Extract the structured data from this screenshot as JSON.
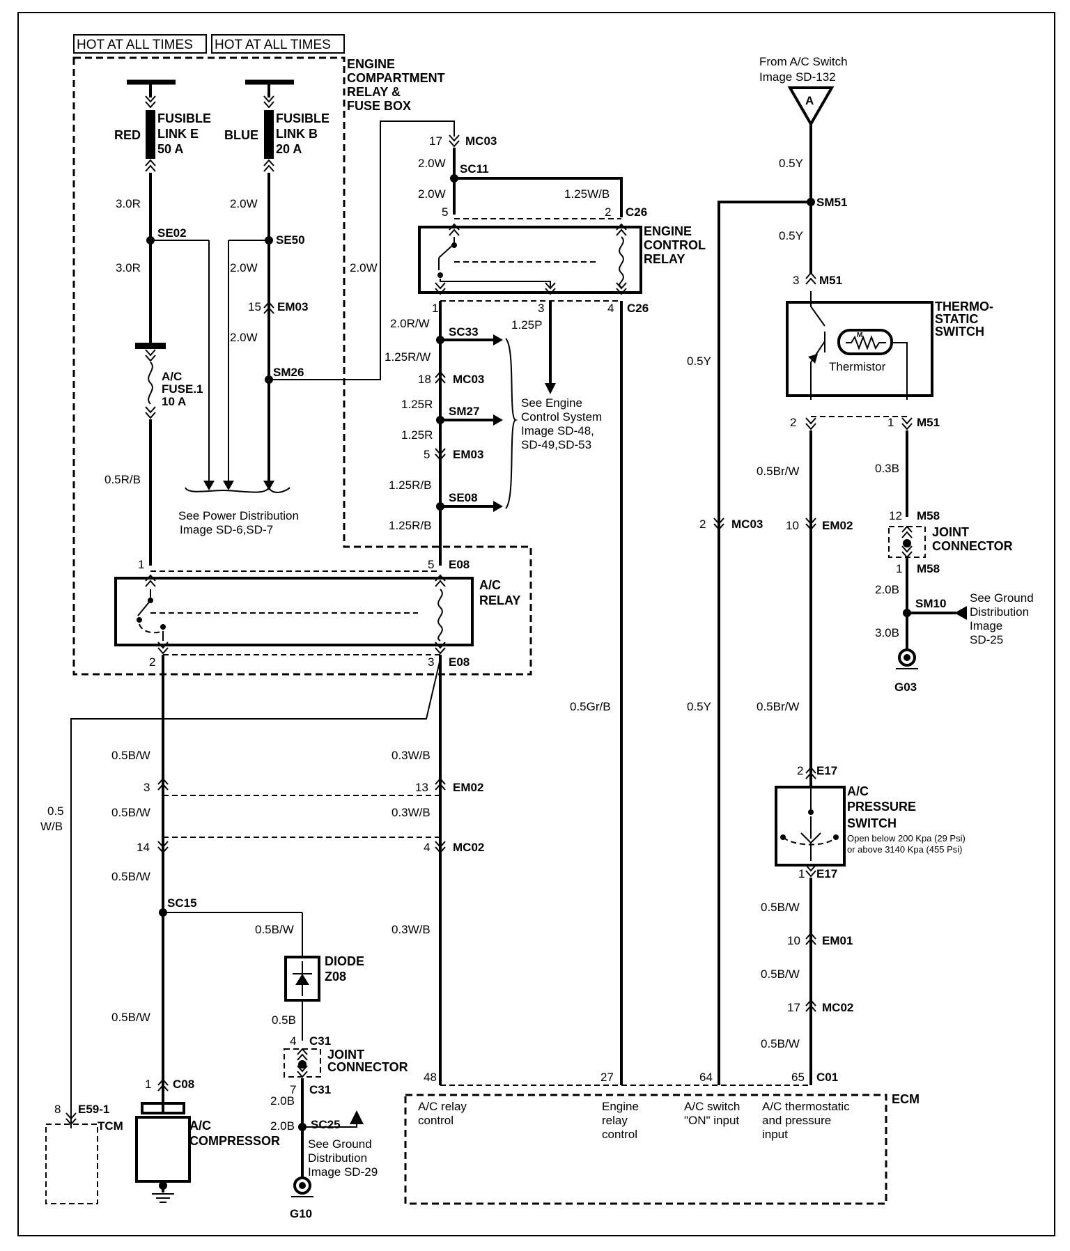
{
  "top_left": {
    "hot_label_1": "HOT AT ALL TIMES",
    "hot_label_2": "HOT AT ALL TIMES",
    "fuse_box": [
      "ENGINE",
      "COMPARTMENT",
      "RELAY &",
      "FUSE BOX"
    ],
    "red": "RED",
    "blue": "BLUE",
    "fusible_e": [
      "FUSIBLE",
      "LINK E",
      "50 A"
    ],
    "fusible_b": [
      "FUSIBLE",
      "LINK B",
      "20 A"
    ],
    "ac_fuse": [
      "A/C",
      "FUSE.1",
      "10 A"
    ],
    "wire_30r_a": "3.0R",
    "wire_30r_b": "3.0R",
    "wire_20w_a": "2.0W",
    "wire_20w_b": "2.0W",
    "wire_20w_c": "2.0W",
    "wire_20w_d": "2.0W",
    "wire_05rb": "0.5R/B",
    "se02": "SE02",
    "se50": "SE50",
    "em03_15_pin": "15",
    "em03_15": "EM03",
    "sm26": "SM26",
    "power_dist": [
      "See Power Distribution",
      "Image  SD-6,SD-7"
    ]
  },
  "engine_relay": {
    "mc03_17_pin": "17",
    "mc03_17": "MC03",
    "wire_20w_top": "2.0W",
    "sc11": "SC11",
    "wire_20w_mid": "2.0W",
    "wire_125wb": "1.25W/B",
    "pin5": "5",
    "pin2": "2",
    "c26_top": "C26",
    "label": [
      "ENGINE",
      "CONTROL",
      "RELAY"
    ],
    "pin1": "1",
    "pin3": "3",
    "pin4": "4",
    "c26_bot": "C26",
    "wire_20rw": "2.0R/W",
    "sc33": "SC33",
    "wire_125p": "1.25P",
    "wire_125rw": "1.25R/W",
    "mc03_18_pin": "18",
    "mc03_18": "MC03",
    "wire_125r_a": "1.25R",
    "sm27": "SM27",
    "wire_125r_b": "1.25R",
    "em03_5_pin": "5",
    "em03_5": "EM03",
    "wire_125rb_a": "1.25R/B",
    "se08": "SE08",
    "wire_125rb_b": "1.25R/B",
    "see_engine": [
      "See Engine",
      "Control System",
      "Image SD-48,",
      "SD-49,SD-53"
    ]
  },
  "ac_relay": {
    "label": [
      "A/C",
      "RELAY"
    ],
    "pin1": "1",
    "pin5": "5",
    "e08_top": "E08",
    "pin2": "2",
    "pin3": "3",
    "e08_bot": "E08"
  },
  "lower_left": {
    "wire_05bw_1": "0.5B/W",
    "em02_3_pin": "3",
    "em02_13_pin": "13",
    "em02": "EM02",
    "wire_05bw_2": "0.5B/W",
    "wire_03wb_1": "0.3W/B",
    "wire_03wb_2": "0.3W/B",
    "mc02_14_pin": "14",
    "mc02_4_pin": "4",
    "mc02": "MC02",
    "wire_05bw_3": "0.5B/W",
    "sc15": "SC15",
    "wire_05bw_4": "0.5B/W",
    "wire_03wb_3": "0.3W/B",
    "wire_05wb": [
      "0.5",
      "W/B"
    ],
    "diode": [
      "DIODE",
      "Z08"
    ],
    "wire_05bw_5": "0.5B/W",
    "wire_05b": "0.5B",
    "c31_4_pin": "4",
    "c31_top": "C31",
    "joint_connector": [
      "JOINT",
      "CONNECTOR"
    ],
    "c31_7_pin": "7",
    "c31_bot": "C31",
    "wire_20b": "2.0B",
    "wire_20b_2": "2.0B",
    "sc25": "SC25",
    "see_ground": [
      "See Ground",
      "Distribution",
      "Image SD-29"
    ],
    "g10": "G10",
    "c08_1_pin": "1",
    "c08": "C08",
    "compressor": [
      "A/C",
      "COMPRESSOR"
    ],
    "tcm_pin": "8",
    "e59": "E59-1",
    "tcm": "TCM"
  },
  "right": {
    "from_switch": [
      "From A/C Switch",
      "Image  SD-132"
    ],
    "connector_a": "A",
    "wire_05y_1": "0.5Y",
    "sm51": "SM51",
    "wire_05y_2": "0.5Y",
    "m51_3_pin": "3",
    "m51_top": "M51",
    "thermo_label": [
      "THERMO-",
      "STATIC",
      "SWITCH"
    ],
    "thermistor": "Thermistor",
    "wire_05y_3": "0.5Y",
    "m51_2_pin": "2",
    "m51_1_pin": "1",
    "m51_bot": "M51",
    "wire_05brw_1": "0.5Br/W",
    "wire_03b": "0.3B",
    "mc03_2_pin": "2",
    "mc03": "MC03",
    "em02_10_pin": "10",
    "em02": "EM02",
    "m58_12_pin": "12",
    "m58_top": "M58",
    "joint_connector": [
      "JOINT",
      "CONNECTOR"
    ],
    "m58_1_pin": "1",
    "m58_bot": "M58",
    "wire_20b": "2.0B",
    "sm10": "SM10",
    "see_ground": [
      "See Ground",
      "Distribution",
      "Image",
      "SD-25"
    ],
    "wire_30b": "3.0B",
    "g03": "G03",
    "wire_05grb": "0.5Gr/B",
    "wire_05y_4": "0.5Y",
    "wire_05brw_2": "0.5Br/W",
    "e17_2_pin": "2",
    "e17_top": "E17",
    "pressure_label": [
      "A/C",
      "PRESSURE",
      "SWITCH"
    ],
    "pressure_note": [
      "Open below 200 Kpa (29 Psi)",
      "or above 3140 Kpa (455 Psi)"
    ],
    "e17_1_pin": "1",
    "e17_bot": "E17",
    "wire_05bw_1": "0.5B/W",
    "em01_10_pin": "10",
    "em01": "EM01",
    "wire_05bw_2": "0.5B/W",
    "mc02_17_pin": "17",
    "mc02": "MC02",
    "wire_05bw_3": "0.5B/W"
  },
  "ecm": {
    "label": "ECM",
    "pin48": "48",
    "pin27": "27",
    "pin64": "64",
    "pin65": "65",
    "c01": "C01",
    "relay_ctrl": [
      "A/C relay",
      "control"
    ],
    "engine_relay_ctrl": [
      "Engine",
      "relay",
      "control"
    ],
    "switch_input": [
      "A/C  switch",
      "\"ON\" input"
    ],
    "thermo_input": [
      "A/C thermostatic",
      "and pressure",
      "input"
    ]
  }
}
